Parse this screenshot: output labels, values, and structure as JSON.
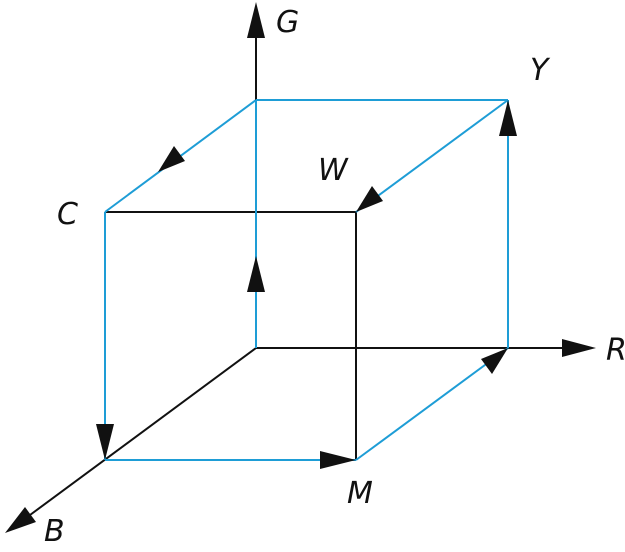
{
  "labels": {
    "g": "G",
    "r": "R",
    "b": "B",
    "c": "C",
    "w": "W",
    "y": "Y",
    "m": "M"
  },
  "colors": {
    "axis": "#111111",
    "path": "#1e9dd6",
    "cube_edge": "#111111",
    "background": "#ffffff"
  }
}
